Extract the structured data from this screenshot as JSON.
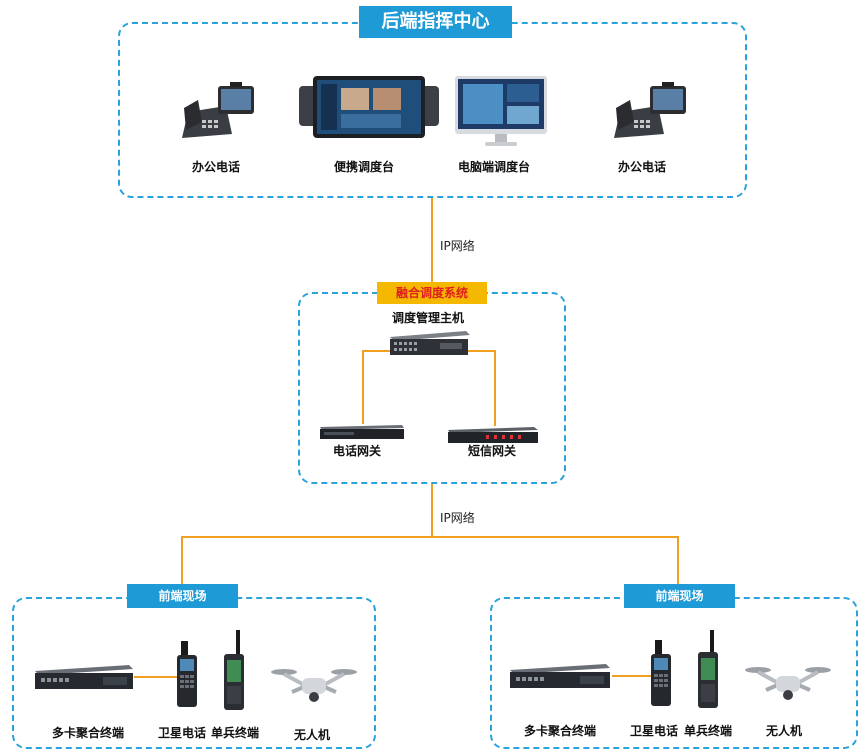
{
  "top": {
    "title": "后端指挥中心",
    "devices": [
      "办公电话",
      "便携调度台",
      "电脑端调度台",
      "办公电话"
    ]
  },
  "net1": "IP网络",
  "middle": {
    "title": "融合调度系统",
    "host": "调度管理主机",
    "gw1": "电话网关",
    "gw2": "短信网关"
  },
  "net2": "IP网络",
  "left": {
    "title": "前端现场",
    "items": [
      "多卡聚合终端",
      "卫星电话",
      "单兵终端",
      "无人机"
    ]
  },
  "right": {
    "title": "前端现场",
    "items": [
      "多卡聚合终端",
      "卫星电话",
      "单兵终端",
      "无人机"
    ]
  },
  "colors": {
    "dash": "#2aa3dd",
    "tag": "#1e9ad6",
    "line": "#f0a020",
    "orange_tag": "#f5b800"
  }
}
